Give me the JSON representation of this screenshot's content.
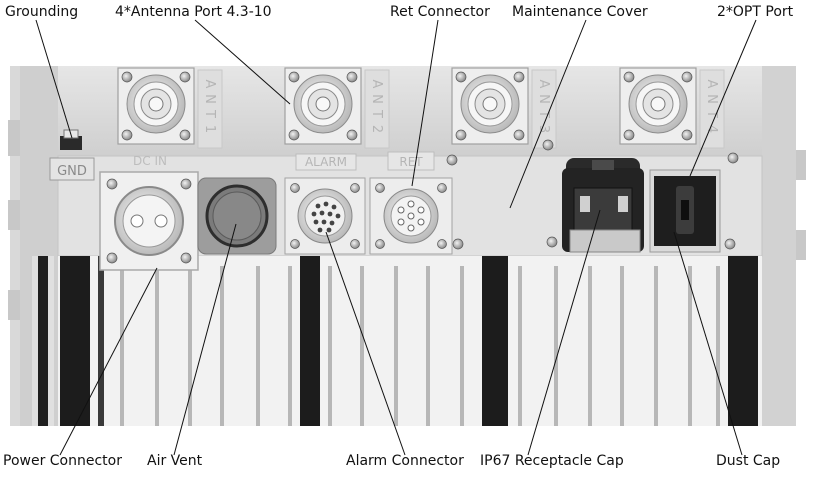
{
  "callouts": {
    "grounding": "Grounding",
    "antenna_port": "4*Antenna Port 4.3-10",
    "ret_connector": "Ret Connector",
    "maintenance_cover": "Maintenance Cover",
    "opt_port": "2*OPT Port",
    "power_connector": "Power Connector",
    "air_vent": "Air Vent",
    "alarm_connector": "Alarm Connector",
    "ip67_cap": "IP67 Receptacle Cap",
    "dust_cap": "Dust Cap"
  },
  "panel_labels": {
    "gnd": "GND",
    "dc_in": "DC IN",
    "alarm": "ALARM",
    "ret": "RET",
    "ant1": "ANT1",
    "ant2": "ANT2",
    "ant3": "ANT3",
    "ant4": "ANT4"
  },
  "colors": {
    "housing": "#dcdcdc",
    "panel": "#e3e3e3",
    "fin_dark": "#1c1c1c",
    "leader_line": "#111111",
    "cap_dark": "#2a2a2a"
  }
}
